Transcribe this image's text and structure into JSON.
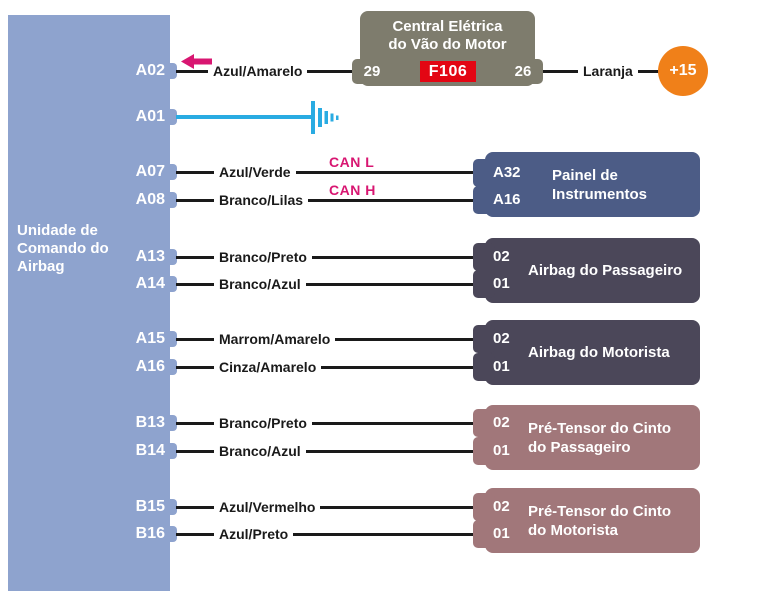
{
  "unit": {
    "title": "Unidade de Comando do Airbag",
    "pins": [
      "A02",
      "A01",
      "A07",
      "A08",
      "A13",
      "A14",
      "A15",
      "A16",
      "B13",
      "B14",
      "B15",
      "B16"
    ]
  },
  "fusebox": {
    "title": "Central Elétrica do Vão do Motor",
    "pin_left": "29",
    "pin_right": "26",
    "fuse": "F106"
  },
  "power": {
    "wire_label": "Laranja",
    "terminal": "+15"
  },
  "bus": {
    "can_l": "CAN L",
    "can_h": "CAN H"
  },
  "wires": {
    "a02": "Azul/Amarelo",
    "a07": "Azul/Verde",
    "a08": "Branco/Lilas",
    "a13": "Branco/Preto",
    "a14": "Branco/Azul",
    "a15": "Marrom/Amarelo",
    "a16": "Cinza/Amarelo",
    "b13": "Branco/Preto",
    "b14": "Branco/Azul",
    "b15": "Azul/Vermelho",
    "b16": "Azul/Preto"
  },
  "modules": [
    {
      "title": "Painel de Instrumentos",
      "pin_top": "A32",
      "pin_bottom": "A16"
    },
    {
      "title": "Airbag do Passageiro",
      "pin_top": "02",
      "pin_bottom": "01"
    },
    {
      "title": "Airbag do Motorista",
      "pin_top": "02",
      "pin_bottom": "01"
    },
    {
      "title": "Pré-Tensor do Cinto do Passageiro",
      "pin_top": "02",
      "pin_bottom": "01"
    },
    {
      "title": "Pré-Tensor do Cinto do Motorista",
      "pin_top": "02",
      "pin_bottom": "01"
    }
  ],
  "icons": {
    "arrow": "left-arrow-icon",
    "ground": "ground-icon"
  },
  "colors": {
    "unit": "#8EA3CE",
    "painel": "#4C5C86",
    "airbag": "#4B4759",
    "pre": "#A1777A",
    "fusebox": "#7E7C6D",
    "wire": "#1a1a1a",
    "cyan": "#29ABE2",
    "magenta": "#D81671",
    "red": "#E30613",
    "orange": "#F08019"
  }
}
